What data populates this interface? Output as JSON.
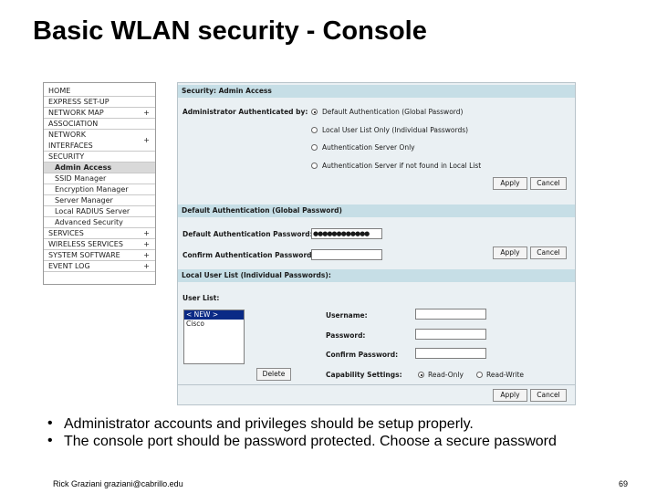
{
  "slide": {
    "title": "Basic WLAN security - Console",
    "bullets": [
      "Administrator accounts and privileges should be setup properly.",
      "The console port should be password protected. Choose a secure password"
    ],
    "footer": "Rick Graziani  graziani@cabrillo.edu",
    "page_number": "69"
  },
  "nav": {
    "items": [
      {
        "label": "HOME",
        "plus": ""
      },
      {
        "label": "EXPRESS SET-UP",
        "plus": ""
      },
      {
        "label": "NETWORK MAP",
        "plus": "+"
      },
      {
        "label": "ASSOCIATION",
        "plus": ""
      },
      {
        "label": "NETWORK INTERFACES",
        "plus": "+"
      },
      {
        "label": "SECURITY",
        "plus": ""
      },
      {
        "label": "Admin Access",
        "plus": ""
      },
      {
        "label": "SSID Manager",
        "plus": ""
      },
      {
        "label": "Encryption Manager",
        "plus": ""
      },
      {
        "label": "Server Manager",
        "plus": ""
      },
      {
        "label": "Local RADIUS Server",
        "plus": ""
      },
      {
        "label": "Advanced Security",
        "plus": ""
      },
      {
        "label": "SERVICES",
        "plus": "+"
      },
      {
        "label": "WIRELESS SERVICES",
        "plus": "+"
      },
      {
        "label": "SYSTEM SOFTWARE",
        "plus": "+"
      },
      {
        "label": "EVENT LOG",
        "plus": "+"
      }
    ]
  },
  "panel": {
    "header": "Security: Admin Access",
    "admin_auth_label": "Administrator Authenticated by:",
    "auth_options": [
      "Default Authentication (Global Password)",
      "Local User List Only (Individual Passwords)",
      "Authentication Server Only",
      "Authentication Server if not found in Local List"
    ],
    "apply": "Apply",
    "cancel": "Cancel",
    "default_auth_section": "Default Authentication (Global Password)",
    "default_pw_label": "Default Authentication Password:",
    "default_pw_value": "●●●●●●●●●●●●",
    "confirm_pw_label": "Confirm Authentication Password:",
    "local_list_section": "Local User List (Individual Passwords):",
    "user_list_label": "User List:",
    "user_list_items": [
      "< NEW >",
      "Cisco"
    ],
    "delete": "Delete",
    "username_label": "Username:",
    "password_label": "Password:",
    "confirm_password_label": "Confirm Password:",
    "capability_label": "Capability Settings:",
    "read_only": "Read-Only",
    "read_write": "Read-Write"
  }
}
